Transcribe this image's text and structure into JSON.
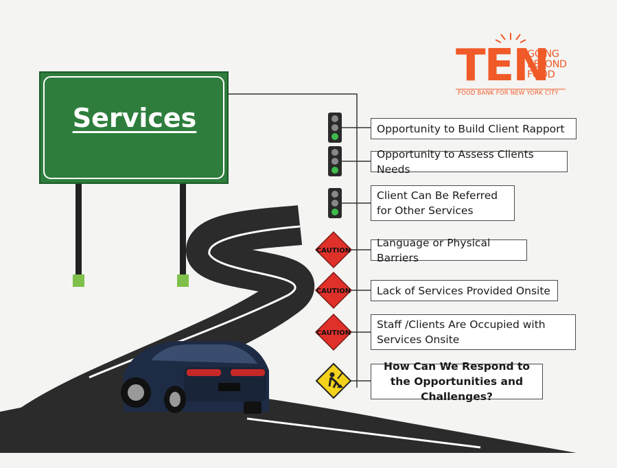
{
  "sign": {
    "title": "Services",
    "color": "#2e7d3c"
  },
  "logo": {
    "main": "TEN",
    "tagline": [
      "GOING",
      "BEYOND",
      "FOOD"
    ],
    "subtitle": "FOOD BANK FOR NEW YORK CITY",
    "color": "#f05a28"
  },
  "items": [
    {
      "icon": "traffic-light-icon",
      "text": "Opportunity to Build Client  Rapport"
    },
    {
      "icon": "traffic-light-icon",
      "text": "Opportunity to Assess Clients Needs"
    },
    {
      "icon": "traffic-light-icon",
      "text": "Client Can Be Referred for Other Services"
    },
    {
      "icon": "caution-sign-icon",
      "icon_text": "CAUTION",
      "text": "Language or Physical Barriers"
    },
    {
      "icon": "caution-sign-icon",
      "icon_text": "CAUTION",
      "text": "Lack of Services Provided Onsite"
    },
    {
      "icon": "caution-sign-icon",
      "icon_text": "CAUTION",
      "text": "Staff /Clients Are Occupied with Services Onsite"
    },
    {
      "icon": "road-work-sign-icon",
      "text": "How Can We Respond to the Opportunities and Challenges?"
    }
  ],
  "colors": {
    "caution": "#e0302a",
    "roadwork": "#f3d21b",
    "road": "#2b2b2b",
    "car": "#1e2b45"
  }
}
